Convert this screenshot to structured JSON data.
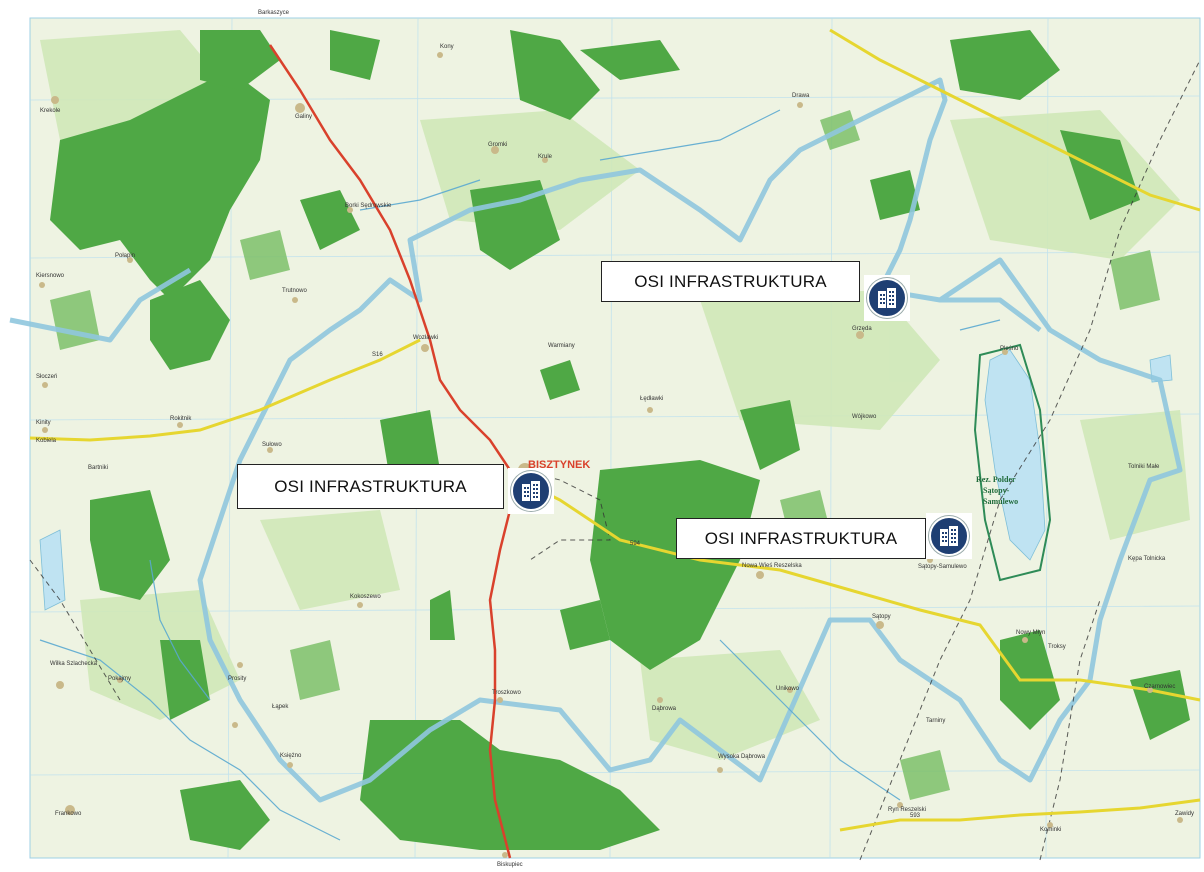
{
  "map": {
    "main_town": "BISZTYNEK",
    "reserve_label": [
      "Rez. Polder",
      "Sątopy-",
      "Samulewo"
    ],
    "places": [
      {
        "id": "barkaszyce",
        "name": "Barkaszyce"
      },
      {
        "id": "galiny",
        "name": "Galiny"
      },
      {
        "id": "krekole",
        "name": "Krekole"
      },
      {
        "id": "kony",
        "name": "Kony"
      },
      {
        "id": "drawa",
        "name": "Drawa"
      },
      {
        "id": "gromki",
        "name": "Gromki"
      },
      {
        "id": "krulе",
        "name": "Krule"
      },
      {
        "id": "borki",
        "name": "Borki Sędrowskie"
      },
      {
        "id": "polapin",
        "name": "Połapin"
      },
      {
        "id": "kiersnowo",
        "name": "Kiersnowo"
      },
      {
        "id": "trutnowo",
        "name": "Trutnowo"
      },
      {
        "id": "wozlawki",
        "name": "Wozławki"
      },
      {
        "id": "warmiany",
        "name": "Warmiany"
      },
      {
        "id": "grzeda",
        "name": "Grzęda"
      },
      {
        "id": "plesna",
        "name": "Pleśno"
      },
      {
        "id": "sloczeii",
        "name": "Słoczeń"
      },
      {
        "id": "kinity",
        "name": "Kinity"
      },
      {
        "id": "rokitnik",
        "name": "Rokitnik"
      },
      {
        "id": "sulowo",
        "name": "Sułowo"
      },
      {
        "id": "ledlawki",
        "name": "Łędławki"
      },
      {
        "id": "wojkowo",
        "name": "Wójkowo"
      },
      {
        "id": "kobiela",
        "name": "Kobiela"
      },
      {
        "id": "bartniki",
        "name": "Bartniki"
      },
      {
        "id": "nowa_wies",
        "name": "Nowa Wieś Reszelska"
      },
      {
        "id": "satopy_samulewo",
        "name": "Sątopy-Samulewo"
      },
      {
        "id": "tolniki",
        "name": "Tolniki Małe"
      },
      {
        "id": "kepa",
        "name": "Kępa Tolnicka"
      },
      {
        "id": "satopy",
        "name": "Sątopy"
      },
      {
        "id": "nowa_mlyn",
        "name": "Nowy Młyn"
      },
      {
        "id": "troksy",
        "name": "Troksy"
      },
      {
        "id": "wilka",
        "name": "Wilka Szlachecka"
      },
      {
        "id": "pokajmy",
        "name": "Pokajmy"
      },
      {
        "id": "prosity",
        "name": "Prosity"
      },
      {
        "id": "kokoszewo",
        "name": "Kokoszewo"
      },
      {
        "id": "troszkowo",
        "name": "Troszkowo"
      },
      {
        "id": "unikowo",
        "name": "Unikowo"
      },
      {
        "id": "czarnowiec",
        "name": "Czarnowiec"
      },
      {
        "id": "lapek",
        "name": "Łąpek"
      },
      {
        "id": "ksiezno",
        "name": "Księżno"
      },
      {
        "id": "dabrowa",
        "name": "Dąbrowa"
      },
      {
        "id": "tarniny",
        "name": "Tarniny"
      },
      {
        "id": "frankowo",
        "name": "Frankowo"
      },
      {
        "id": "wysoka_dabrowa",
        "name": "Wysoka Dąbrowa"
      },
      {
        "id": "ryn",
        "name": "Ryn Reszelski"
      },
      {
        "id": "zawidy",
        "name": "Zawidy"
      },
      {
        "id": "kominki",
        "name": "Kominki"
      },
      {
        "id": "biskupiec",
        "name": "Biskupiec"
      }
    ],
    "road_labels": [
      "S16",
      "594",
      "593"
    ]
  },
  "callouts": [
    {
      "id": "north",
      "label": "OSI INFRASTRUKTURA"
    },
    {
      "id": "center",
      "label": "OSI INFRASTRUKTURA"
    },
    {
      "id": "east",
      "label": "OSI INFRASTRUKTURA"
    }
  ],
  "colors": {
    "background": "#eef3e2",
    "forest": "#4fa845",
    "forest_light": "#9cd08a",
    "boundary": "#8fc7de",
    "rail": "#d9412c",
    "road": "#e6d630",
    "water": "#bfe3f2",
    "icon": "#1f3f73"
  }
}
